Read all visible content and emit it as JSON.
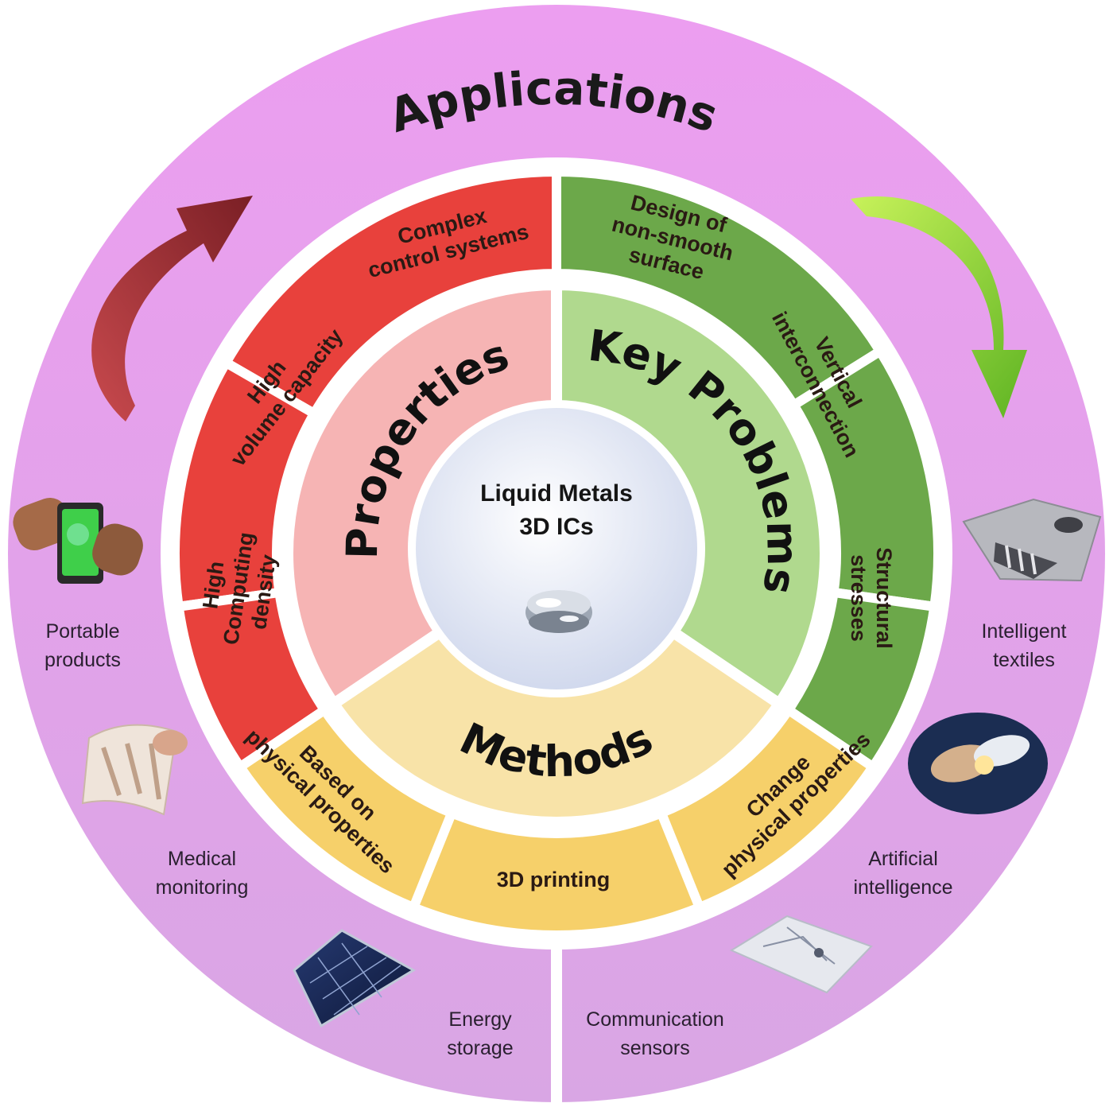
{
  "applications": {
    "title": "Applications",
    "items": [
      {
        "lines": [
          "Portable",
          "products"
        ]
      },
      {
        "lines": [
          "Medical",
          "monitoring"
        ]
      },
      {
        "lines": [
          "Energy",
          "storage"
        ]
      },
      {
        "lines": [
          "Communication",
          "sensors"
        ]
      },
      {
        "lines": [
          "Artificial",
          "intelligence"
        ]
      },
      {
        "lines": [
          "Intelligent",
          "textiles"
        ]
      }
    ]
  },
  "center": {
    "line1": "Liquid Metals",
    "line2": "3D ICs"
  },
  "sectors": {
    "properties": "Properties",
    "key_problems": "Key Problems",
    "methods": "Methods"
  },
  "ring_items": {
    "properties": [
      {
        "lines": [
          "Complex",
          "control systems"
        ]
      },
      {
        "lines": [
          "High",
          "volume capacity"
        ]
      },
      {
        "lines": [
          "High",
          "Computing",
          "density"
        ]
      }
    ],
    "key_problems": [
      {
        "lines": [
          "Design of",
          "non-smooth",
          "surface"
        ]
      },
      {
        "lines": [
          "Vertical",
          "interconnection"
        ]
      },
      {
        "lines": [
          "Structural",
          "stresses"
        ]
      }
    ],
    "methods": [
      {
        "lines": [
          "Change",
          "physical properties"
        ]
      },
      {
        "lines": [
          "3D printing"
        ]
      },
      {
        "lines": [
          "Based on",
          "physical properties"
        ]
      }
    ]
  },
  "colors": {
    "outer_ring": "#e6a2ea",
    "properties_ring": "#e8413c",
    "key_problems_ring": "#6ca84a",
    "methods_ring": "#f6d06a",
    "properties_sector": "#f6b4b4",
    "key_problems_sector": "#b0d98e",
    "methods_sector": "#f8e3a8",
    "center": "#e6ebf6"
  }
}
